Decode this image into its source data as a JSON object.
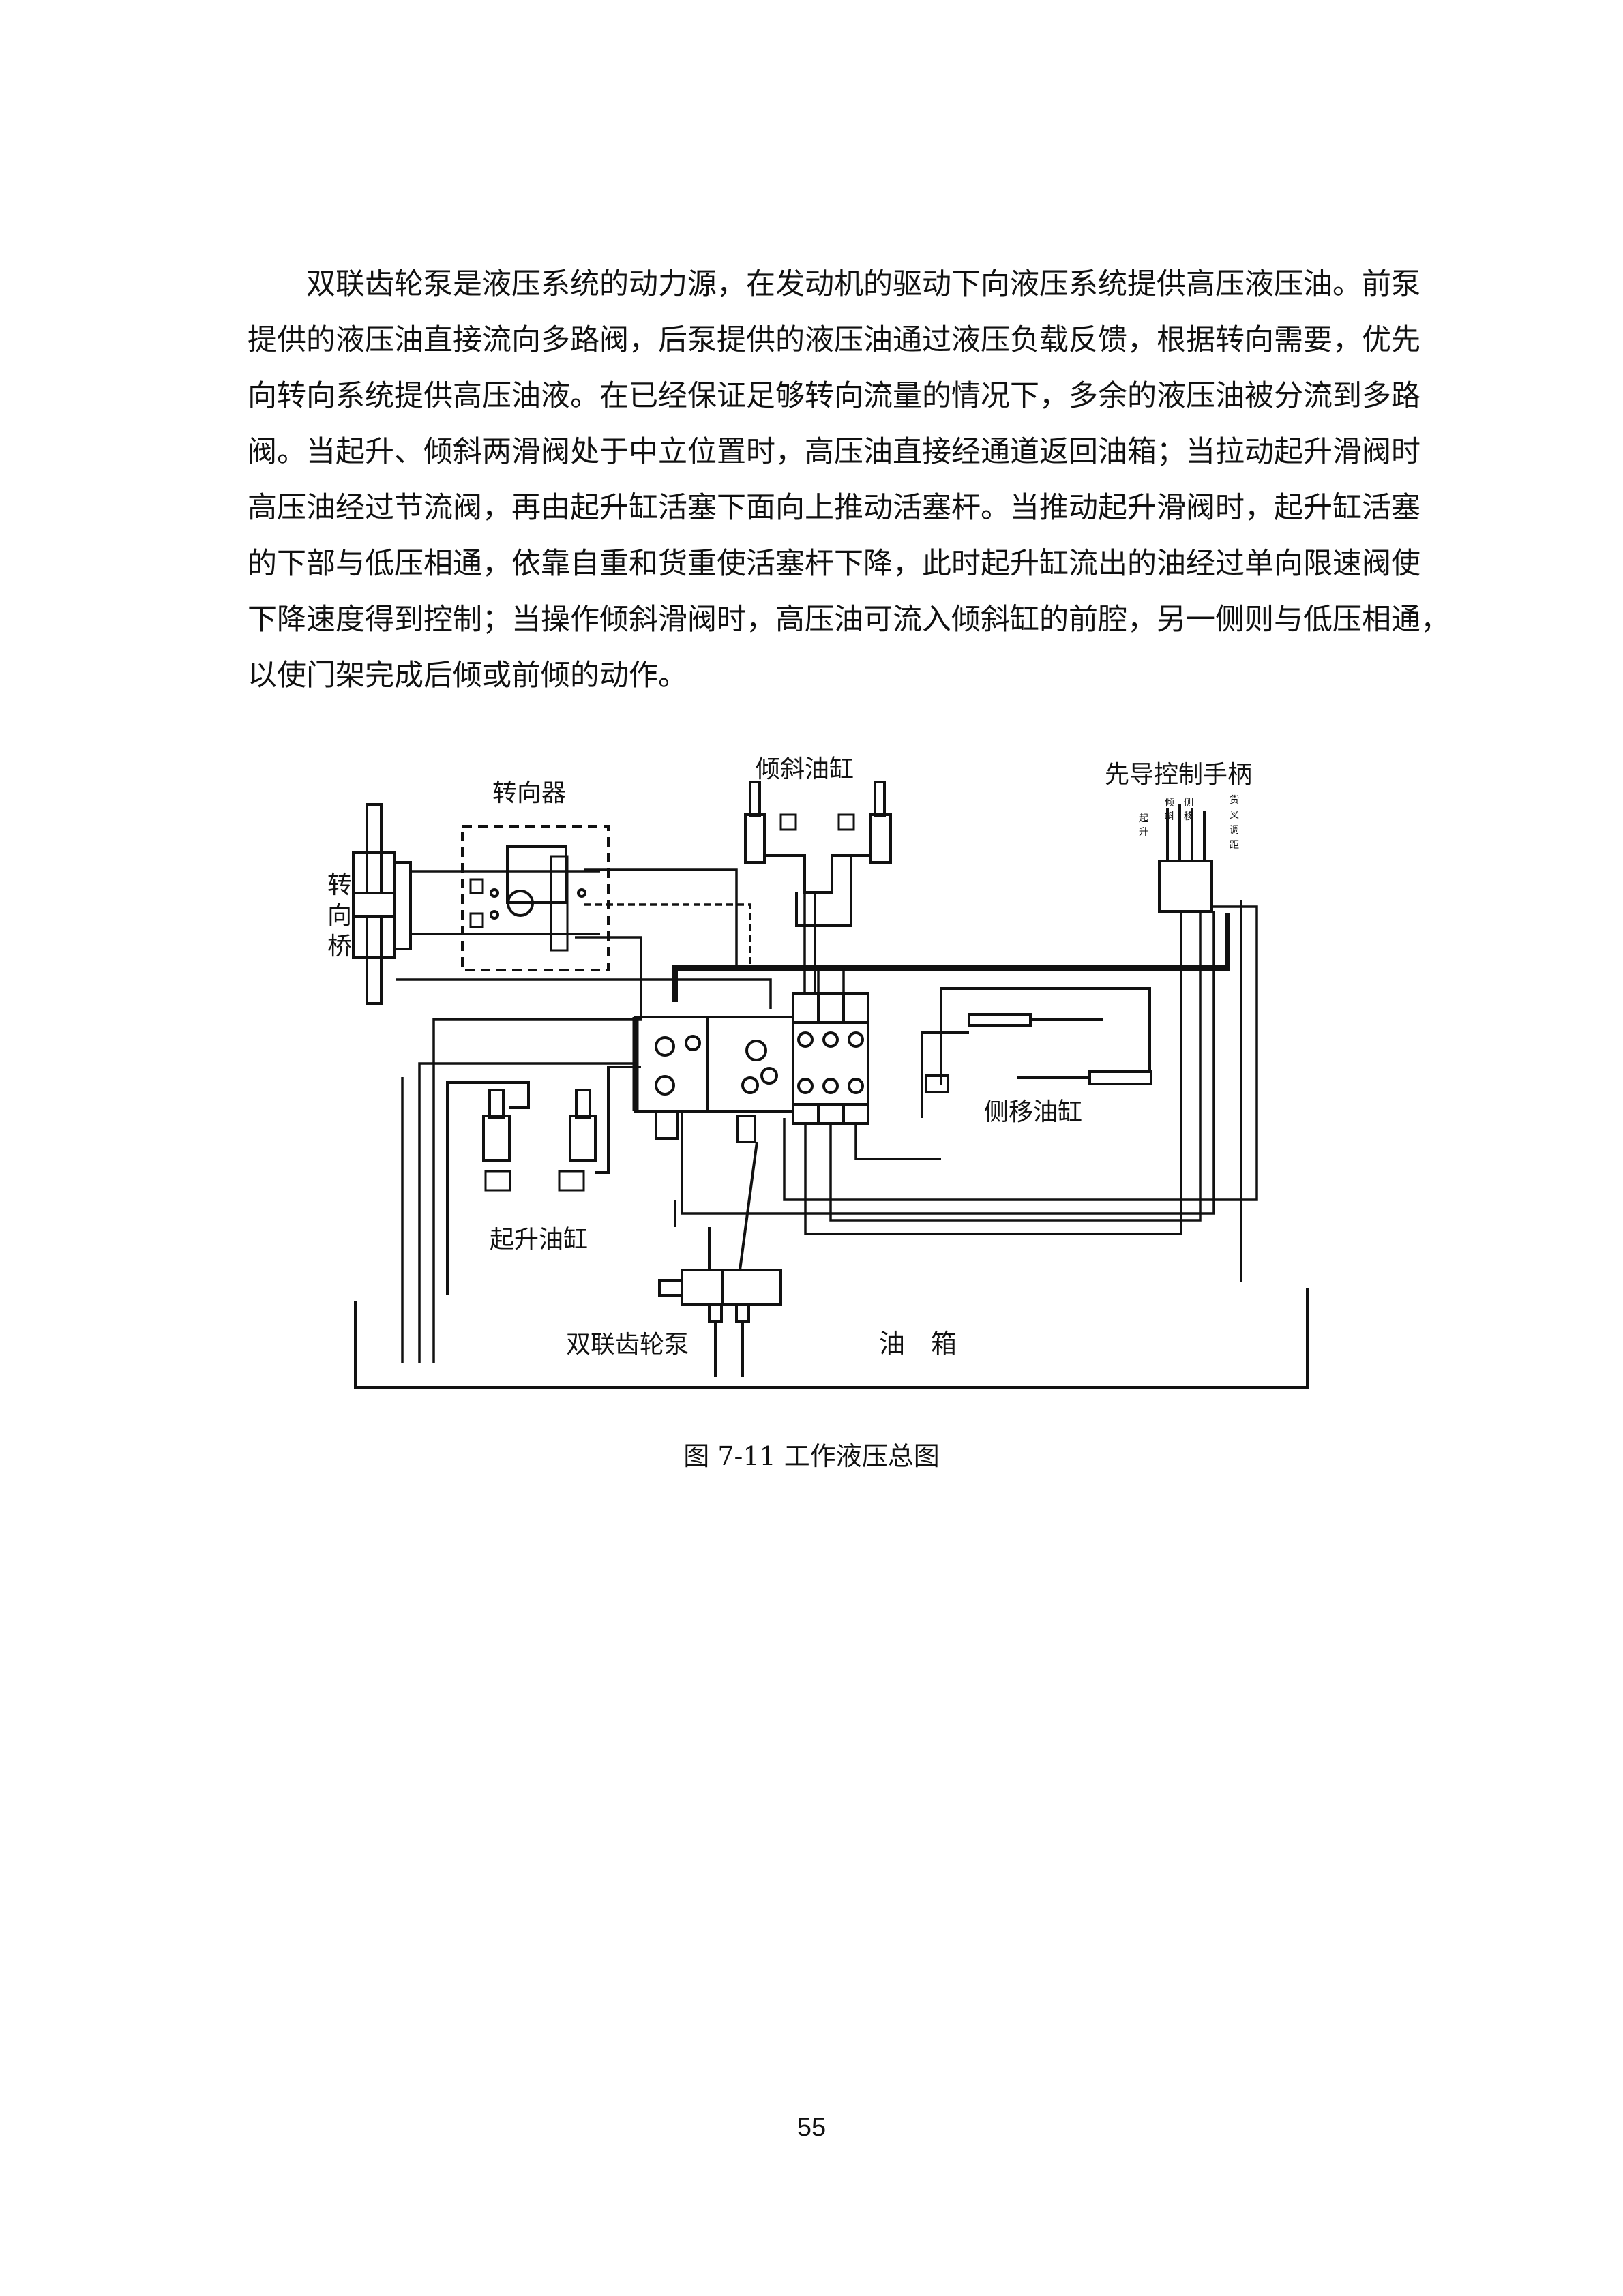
{
  "body": {
    "lines": [
      "双联齿轮泵是液压系统的动力源，在发动机的驱动下向液压系统提供高压液压油。前泵",
      "提供的液压油直接流向多路阀，后泵提供的液压油通过液压负载反馈，根据转向需要，优先",
      "向转向系统提供高压油液。在已经保证足够转向流量的情况下，多余的液压油被分流到多路",
      "阀。当起升、倾斜两滑阀处于中立位置时，高压油直接经通道返回油箱；当拉动起升滑阀时",
      "高压油经过节流阀，再由起升缸活塞下面向上推动活塞杆。当推动起升滑阀时，起升缸活塞",
      "的下部与低压相通，依靠自重和货重使活塞杆下降，此时起升缸流出的油经过单向限速阀使",
      "下降速度得到控制；当操作倾斜滑阀时，高压油可流入倾斜缸的前腔，另一侧则与低压相通，",
      "以使门架完成后倾或前倾的动作。"
    ]
  },
  "figure": {
    "labels": {
      "steering_axle": [
        "转",
        "向",
        "桥"
      ],
      "steering_unit": "转向器",
      "tilt_cylinder": "倾斜油缸",
      "pilot_handle": "先导控制手柄",
      "pilot_lift": [
        "起",
        "升"
      ],
      "pilot_tilt": [
        "倾",
        "斜"
      ],
      "pilot_shift": [
        "侧",
        "移"
      ],
      "pilot_fork": [
        "货",
        "叉",
        "调",
        "距"
      ],
      "side_shift_cylinder": "侧移油缸",
      "lift_cylinder": "起升油缸",
      "gear_pump": "双联齿轮泵",
      "oil_tank": "油　箱"
    },
    "caption": "图 7-11  工作液压总图"
  },
  "page_number": "55"
}
